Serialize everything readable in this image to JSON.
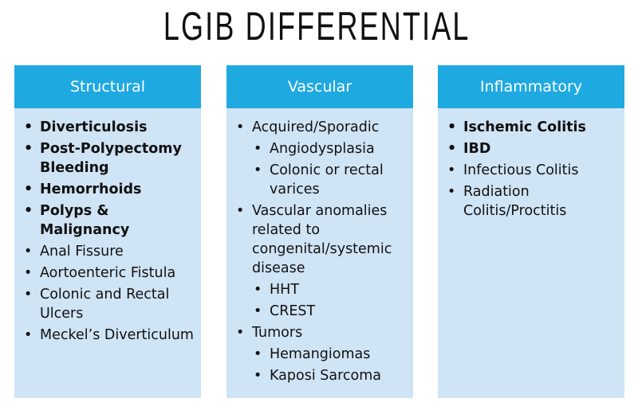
{
  "title": "LGIB DIFFERENTIAL",
  "columns": [
    {
      "header": "Structural",
      "items": [
        {
          "text": "Diverticulosis",
          "bold": true,
          "level": 0
        },
        {
          "text": "Post-Polypectomy Bleeding",
          "bold": true,
          "level": 0
        },
        {
          "text": "Hemorrhoids",
          "bold": true,
          "level": 0
        },
        {
          "text": "Polyps & Malignancy",
          "bold": true,
          "level": 0
        },
        {
          "text": "Anal Fissure",
          "bold": false,
          "level": 0
        },
        {
          "text": "Aortoenteric Fistula",
          "bold": false,
          "level": 0
        },
        {
          "text": "Colonic and Rectal Ulcers",
          "bold": false,
          "level": 0
        },
        {
          "text": "Meckel’s Diverticulum",
          "bold": false,
          "level": 0
        }
      ]
    },
    {
      "header": "Vascular",
      "items": [
        {
          "text": "Acquired/Sporadic",
          "bold": false,
          "level": 0
        },
        {
          "text": "Angiodysplasia",
          "bold": false,
          "level": 1
        },
        {
          "text": "Colonic or rectal varices",
          "bold": false,
          "level": 1
        },
        {
          "text": "Vascular anomalies related to congenital/systemic disease",
          "bold": false,
          "level": 0
        },
        {
          "text": "HHT",
          "bold": false,
          "level": 1
        },
        {
          "text": "CREST",
          "bold": false,
          "level": 1
        },
        {
          "text": "Tumors",
          "bold": false,
          "level": 0
        },
        {
          "text": "Hemangiomas",
          "bold": false,
          "level": 1
        },
        {
          "text": "Kaposi Sarcoma",
          "bold": false,
          "level": 1
        }
      ]
    },
    {
      "header": "Inflammatory",
      "items": [
        {
          "text": "Ischemic Colitis",
          "bold": true,
          "level": 0
        },
        {
          "text": "IBD",
          "bold": true,
          "level": 0
        },
        {
          "text": "Infectious Colitis",
          "bold": false,
          "level": 0
        },
        {
          "text": "Radiation Colitis/Proctitis",
          "bold": false,
          "level": 0
        }
      ]
    }
  ]
}
